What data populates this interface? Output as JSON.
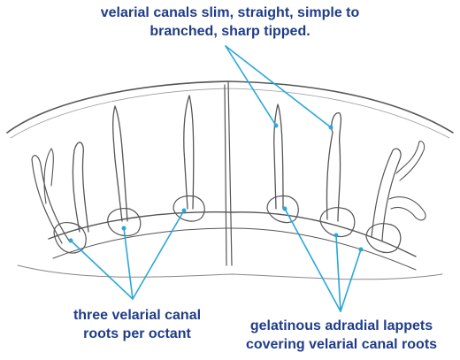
{
  "colors": {
    "label_text": "#1f3c88",
    "leader_line": "#2aa7d8",
    "ink": "#555555",
    "background": "#ffffff"
  },
  "labels": {
    "top": "velarial canals slim, straight, simple to\nbranched, sharp tipped.",
    "bottom_left": "three velarial canal\nroots per octant",
    "bottom_right": "gelatinous adradial lappets\ncovering velarial canal roots"
  }
}
